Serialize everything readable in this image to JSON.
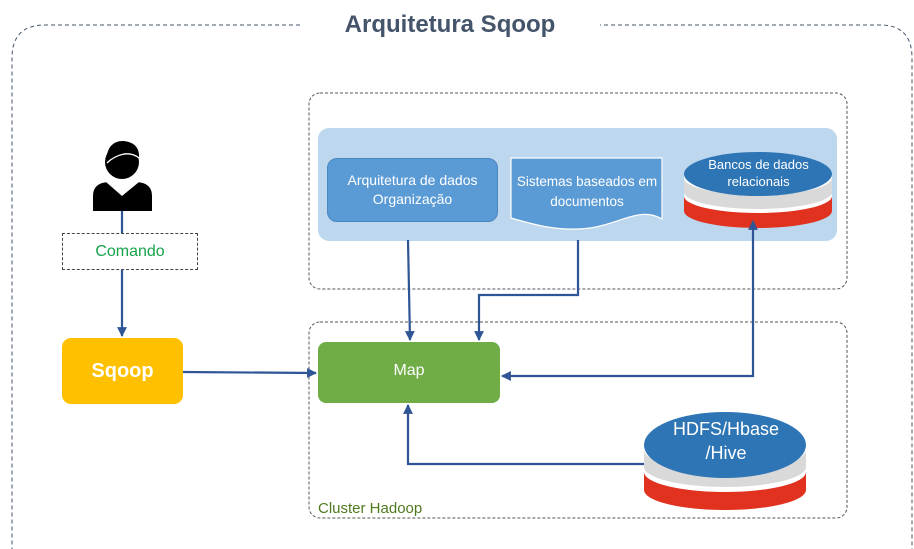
{
  "title": "Arquitetura Sqoop",
  "nodes": {
    "comando": "Comando",
    "sqoop": "Sqoop",
    "map": "Map",
    "arquitetura": "Arquitetura de dados\nOrganização",
    "sistemas": "Sistemas baseados em\ndocumentos",
    "bancos": "Bancos de dados\nrelacionais",
    "hdfs": "HDFS/Hbase\n/Hive"
  },
  "cluster_label": "Cluster Hadoop",
  "colors": {
    "title": "#44546A",
    "sqoop": "#FFC000",
    "map": "#70AD47",
    "blue_box": "#5B9BD5",
    "source_panel": "#BDD7EE",
    "arrow": "#2F5597",
    "db_top": "#2E75B6",
    "db_mid": "#D9D9D9",
    "db_bottom": "#E0321E",
    "comando_text": "#16A34A",
    "cluster_text": "#4F7A1F"
  },
  "icons": [
    "user-icon"
  ]
}
